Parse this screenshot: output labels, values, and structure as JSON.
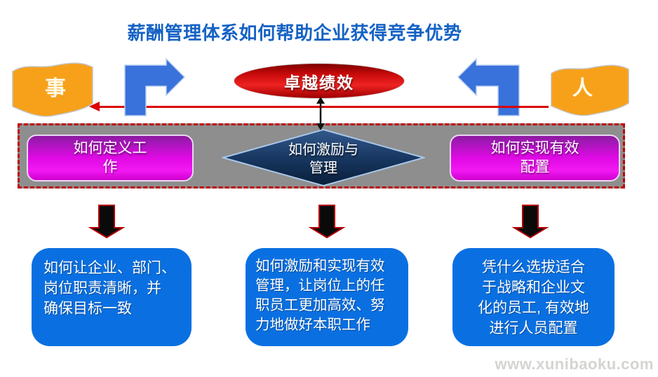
{
  "title": "薪酬管理体系如何帮助企业获得竞争优势",
  "flags": {
    "left_label": "事",
    "right_label": "人"
  },
  "performance_ellipse": {
    "label": "卓越绩效"
  },
  "band": {
    "define_work_box": "如何定义工\n作",
    "motivate_diamond": "如何激励与\n管理",
    "allocation_box": "如何实现有效\n配置"
  },
  "detail_boxes": [
    {
      "text": "如何让企业、部门、\n岗位职责清晰，并\n确保目标一致"
    },
    {
      "text": "如何激励和实现有效\n管理，让岗位上的任\n职员工更加高效、努\n力地做好本职工作"
    },
    {
      "text": "凭什么选拔适合\n于战略和企业文\n化的员工, 有效地\n进行人员配置"
    }
  ],
  "watermark": "www.xunibaoku.com",
  "colors": {
    "title_blue": "#1562C4",
    "flag_orange": "#F7A11B",
    "bent_arrow_blue": "#3A72DB",
    "ellipse_red": "#D40000",
    "connector_line_red": "#DB0000",
    "band_gray": "#8E8E8E",
    "band_border_red": "#C00000",
    "box_magenta": "#E009E4",
    "diamond_navy": "#16355E",
    "diamond_border_blue": "#A9C7E9",
    "detail_box_blue": "#0A70E2",
    "down_arrow_black": "#0A0A0A",
    "down_arrow_outline_red": "#B00000"
  }
}
